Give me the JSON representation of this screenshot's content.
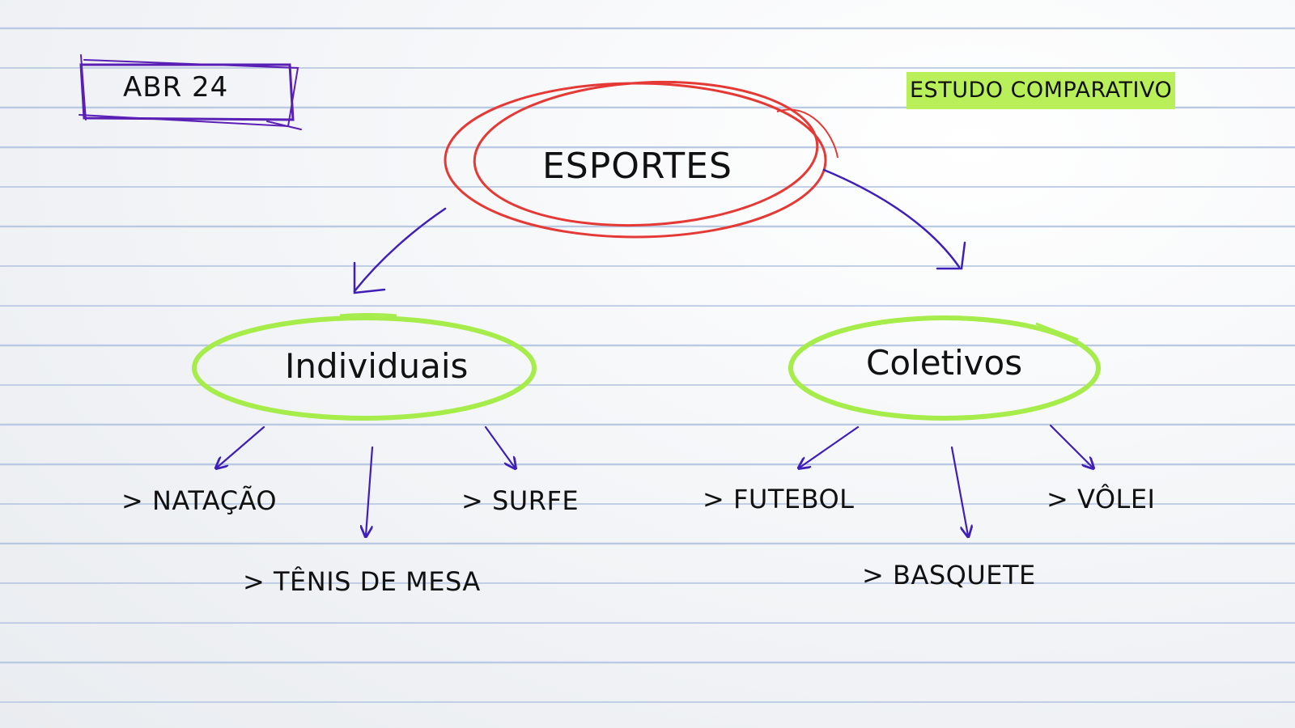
{
  "date_label": "ABR 24",
  "tag_label": "ESTUDO COMPARATIVO",
  "root": "ESPORTES",
  "categories": [
    {
      "name": "Individuais",
      "items": [
        "> NATAÇÃO",
        "> TÊNIS DE MESA",
        "> SURFE"
      ]
    },
    {
      "name": "Coletivos",
      "items": [
        "> FUTEBOL",
        "> BASQUETE",
        "> VÔLEI"
      ]
    }
  ],
  "colors": {
    "root_ring": "#e53935",
    "category_ring": "#a6ec4a",
    "arrows": "#3f1fb8",
    "date_box": "#5a1fb5",
    "tag_highlight": "#b9f05a",
    "ruled_lines": "#b9c9e2"
  }
}
